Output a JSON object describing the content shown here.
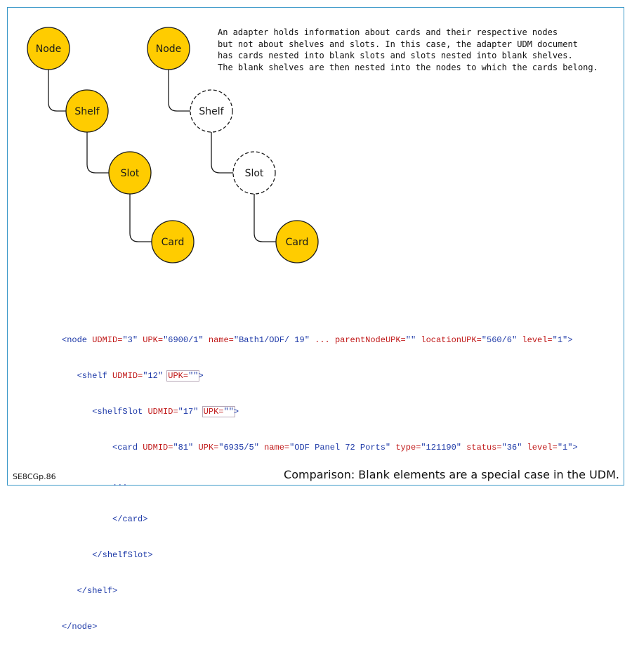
{
  "colors": {
    "filled_node": "#ffcc00",
    "outline": "#1a1a1a",
    "blank_node": "#ffffff",
    "connector": "#1a1a1a"
  },
  "diagram": {
    "left_tree": [
      {
        "label": "Node"
      },
      {
        "label": "Shelf"
      },
      {
        "label": "Slot"
      },
      {
        "label": "Card"
      }
    ],
    "right_tree": [
      {
        "label": "Node",
        "blank": false
      },
      {
        "label": "Shelf",
        "blank": true
      },
      {
        "label": "Slot",
        "blank": true
      },
      {
        "label": "Card",
        "blank": false
      }
    ]
  },
  "description": [
    "An adapter holds information about cards and their respective nodes",
    "but not about shelves and slots. In this case, the adapter UDM document",
    "has cards nested into blank slots and slots nested into blank shelves.",
    "The blank shelves are then nested into the nodes to which the cards belong."
  ],
  "code": {
    "node_open": {
      "tag": "<node",
      "attrs": [
        {
          "name": "UDMID=",
          "value": "\"3\""
        },
        {
          "name": "UPK=",
          "value": "\"6900/1\""
        },
        {
          "name": "name=",
          "value": "\"Bath1/ODF/ 19\""
        }
      ],
      "ellipsis": "...",
      "attrs2": [
        {
          "name": "parentNodeUPK=",
          "value": "\"\""
        },
        {
          "name": "locationUPK=",
          "value": "\"560/6\""
        },
        {
          "name": "level=",
          "value": "\"1\""
        }
      ],
      "end": ">"
    },
    "shelf_open": {
      "tag": "<shelf",
      "attr_name": "UDMID=",
      "attr_value": "\"12\"",
      "boxed_name": "UPK=",
      "boxed_value": "\"\"",
      "end": ">"
    },
    "slot_open": {
      "tag": "<shelfSlot",
      "attr_name": "UDMID=",
      "attr_value": "\"17\"",
      "boxed_name": "UPK=",
      "boxed_value": "\"\"",
      "end": ">"
    },
    "card_open": {
      "tag": "<card",
      "attrs": [
        {
          "name": "UDMID=",
          "value": "\"81\""
        },
        {
          "name": "UPK=",
          "value": "\"6935/5\""
        },
        {
          "name": "name=",
          "value": "\"ODF Panel 72 Ports\""
        },
        {
          "name": "type=",
          "value": "\"121190\""
        },
        {
          "name": "status=",
          "value": "\"36\""
        },
        {
          "name": "level=",
          "value": "\"1\""
        }
      ],
      "end": ">"
    },
    "card_ellipsis": "...",
    "card_close": "</card>",
    "slot_close": "</shelfSlot>",
    "shelf_close": "</shelf>",
    "node_close": "</node>"
  },
  "figure_id": "SE8CGp.86",
  "caption": "Comparison: Blank elements are a special case in the UDM."
}
